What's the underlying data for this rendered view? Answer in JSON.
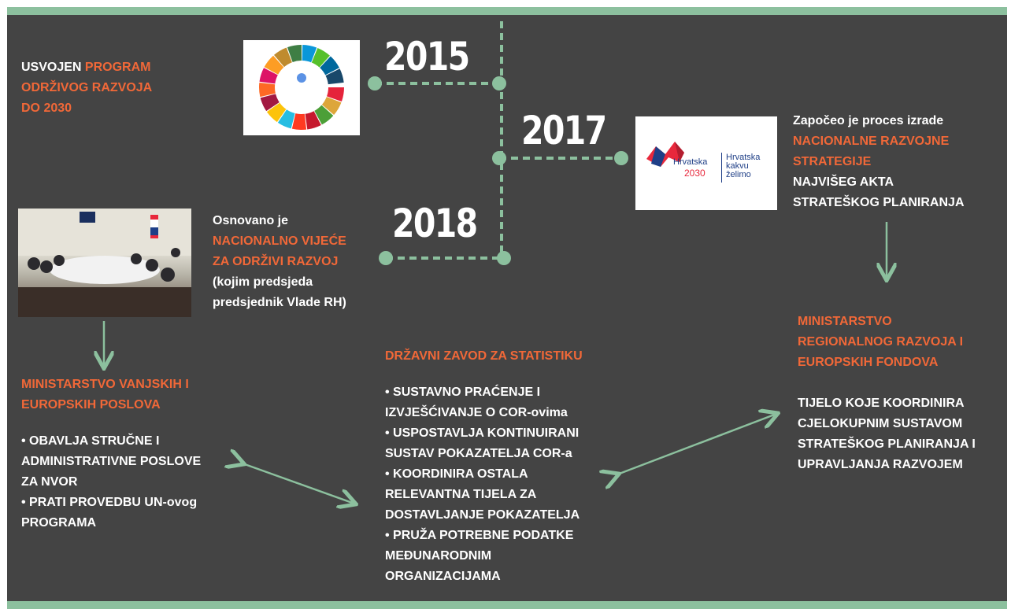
{
  "colors": {
    "accent": "#f16838",
    "band": "#8cc09e",
    "background": "#444444",
    "line": "#8cc09e",
    "text": "#ffffff"
  },
  "years": {
    "y2015": "2015",
    "y2017": "2017",
    "y2018": "2018"
  },
  "block_2015": {
    "prefix": "USVOJEN ",
    "highlight_1": "PROGRAM",
    "highlight_2": "ODRŽIVOG RAZVOJA",
    "highlight_3": "DO 2030"
  },
  "block_2017": {
    "line1": "Započeo je proces izrade",
    "highlight_1": "NACIONALNE RAZVOJNE",
    "highlight_2": "STRATEGIJE",
    "line4": "NAJVIŠEG AKTA",
    "line5": "STRATEŠKOG PLANIRANJA"
  },
  "block_2018": {
    "line1": "Osnovano je",
    "highlight_1": "NACIONALNO VIJEĆE",
    "highlight_2": "ZA ODRŽIVI RAZVOJ",
    "line4": "(kojim predsjeda",
    "line5": "predsjednik Vlade RH)"
  },
  "mvep": {
    "title_1": "MINISTARSTVO VANJSKIH I",
    "title_2": "EUROPSKIH POSLOVA",
    "items": [
      "• OBAVLJA STRUČNE I",
      "ADMINISTRATIVNE POSLOVE",
      "ZA NVOR",
      "• PRATI PROVEDBU UN-ovog",
      "PROGRAMA"
    ]
  },
  "dzs": {
    "title": "DRŽAVNI ZAVOD ZA STATISTIKU",
    "items": [
      "• SUSTAVNO PRAĆENJE I",
      "IZVJEŠĆIVANJE O COR-ovima",
      "• USPOSTAVLJA KONTINUIRANI",
      "SUSTAV POKAZATELJA COR-a",
      "• KOORDINIRA OSTALA",
      "RELEVANTNA TIJELA ZA",
      "DOSTAVLJANJE POKAZATELJA",
      "• PRUŽA POTREBNE PODATKE",
      "MEĐUNARODNIM",
      "ORGANIZACIJAMA"
    ]
  },
  "mrrfeu": {
    "title_1": "MINISTARSTVO",
    "title_2": "REGIONALNOG RAZVOJA I",
    "title_3": "EUROPSKIH FONDOVA",
    "items": [
      "TIJELO KOJE KOORDINIRA",
      "CJELOKUPNIM SUSTAVOM",
      "STRATEŠKOG PLANIRANJA I",
      "UPRAVLJANJA RAZVOJEM"
    ]
  },
  "hr2030_logo": {
    "title": "Hrvatska",
    "year": "2030",
    "slogan_1": "Hrvatska",
    "slogan_2": "kakvu",
    "slogan_3": "želimo"
  }
}
